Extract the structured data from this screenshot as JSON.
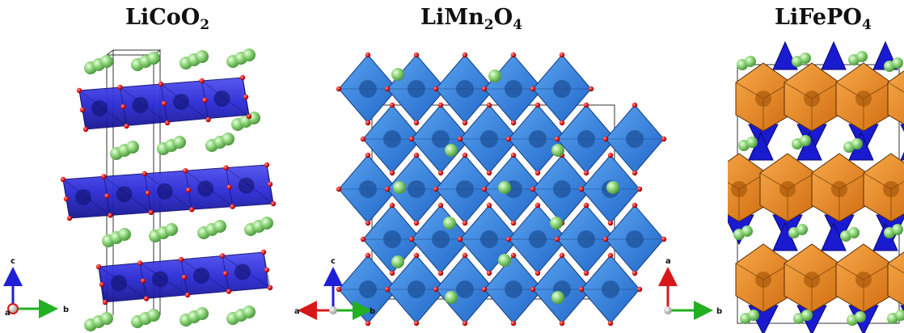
{
  "panels": [
    {
      "formula": {
        "prefix": "LiCoO",
        "sub1": "2",
        "mid": "",
        "sub2": ""
      },
      "structure": "layered",
      "polyhedron_color": "#2a2ad6",
      "axes": {
        "vertical": "c",
        "horizontal": "b",
        "out_of_plane": "a",
        "vertical_color": "#1f1fd6"
      }
    },
    {
      "formula": {
        "prefix": "LiMn",
        "sub1": "2",
        "mid": "O",
        "sub2": "4"
      },
      "structure": "spinel",
      "polyhedron_color": "#2f7fe0",
      "axes": {
        "vertical": "c",
        "horizontal": "b",
        "left": "a",
        "vertical_color": "#1f1fd6"
      }
    },
    {
      "formula": {
        "prefix": "LiFePO",
        "sub1": "4",
        "mid": "",
        "sub2": ""
      },
      "structure": "olivine",
      "polyhedron_color": "#ee8a1e",
      "secondary_color": "#1a1ad0",
      "axes": {
        "vertical": "a",
        "horizontal": "b",
        "vertical_color": "#d81818"
      }
    }
  ],
  "atom_colors": {
    "li": "#8fd67a",
    "o": "#e01818"
  }
}
